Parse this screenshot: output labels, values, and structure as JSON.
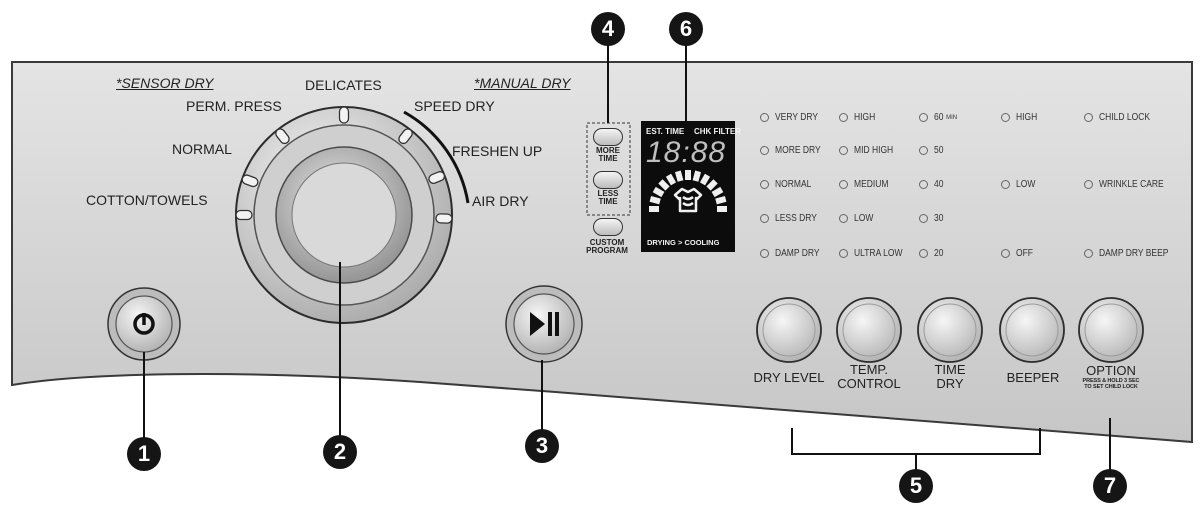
{
  "dial": {
    "sensor_dry_heading": "*SENSOR DRY",
    "manual_dry_heading": "*MANUAL DRY",
    "programs": [
      "COTTON/TOWELS",
      "NORMAL",
      "PERM. PRESS",
      "DELICATES",
      "SPEED DRY",
      "FRESHEN UP",
      "AIR DRY"
    ]
  },
  "cycle_buttons": {
    "more_time": [
      "MORE",
      "TIME"
    ],
    "less_time": [
      "LESS",
      "TIME"
    ],
    "custom_program": [
      "CUSTOM",
      "PROGRAM"
    ]
  },
  "display": {
    "est_time_label": "EST. TIME",
    "chk_filter_label": "CHK FILTER",
    "time_value": "18:88",
    "status_text": "DRYING > COOLING"
  },
  "option_columns": [
    {
      "options": [
        "VERY DRY",
        "MORE DRY",
        "NORMAL",
        "LESS DRY",
        "DAMP DRY"
      ]
    },
    {
      "options": [
        "HIGH",
        "MID HIGH",
        "MEDIUM",
        "LOW",
        "ULTRA LOW"
      ]
    },
    {
      "options": [
        "60",
        "50",
        "40",
        "30",
        "20"
      ],
      "unit": "MIN"
    },
    {
      "options": [
        "HIGH",
        "LOW",
        "OFF"
      ]
    },
    {
      "options": [
        "CHILD LOCK",
        "WRINKLE CARE",
        "DAMP DRY BEEP"
      ]
    }
  ],
  "option_buttons": {
    "dry_level": "DRY LEVEL",
    "temp_control": [
      "TEMP.",
      "CONTROL"
    ],
    "time_dry": [
      "TIME",
      "DRY"
    ],
    "beeper": "BEEPER",
    "option": "OPTION",
    "option_note": [
      "PRESS & HOLD 3 SEC",
      "TO SET CHILD LOCK"
    ]
  },
  "callouts": [
    "1",
    "2",
    "3",
    "4",
    "5",
    "6",
    "7"
  ],
  "colors": {
    "panel": "#d4d4d4",
    "panel_edge": "#444444",
    "display_bg": "#0c0c0c",
    "callout": "#151515"
  }
}
